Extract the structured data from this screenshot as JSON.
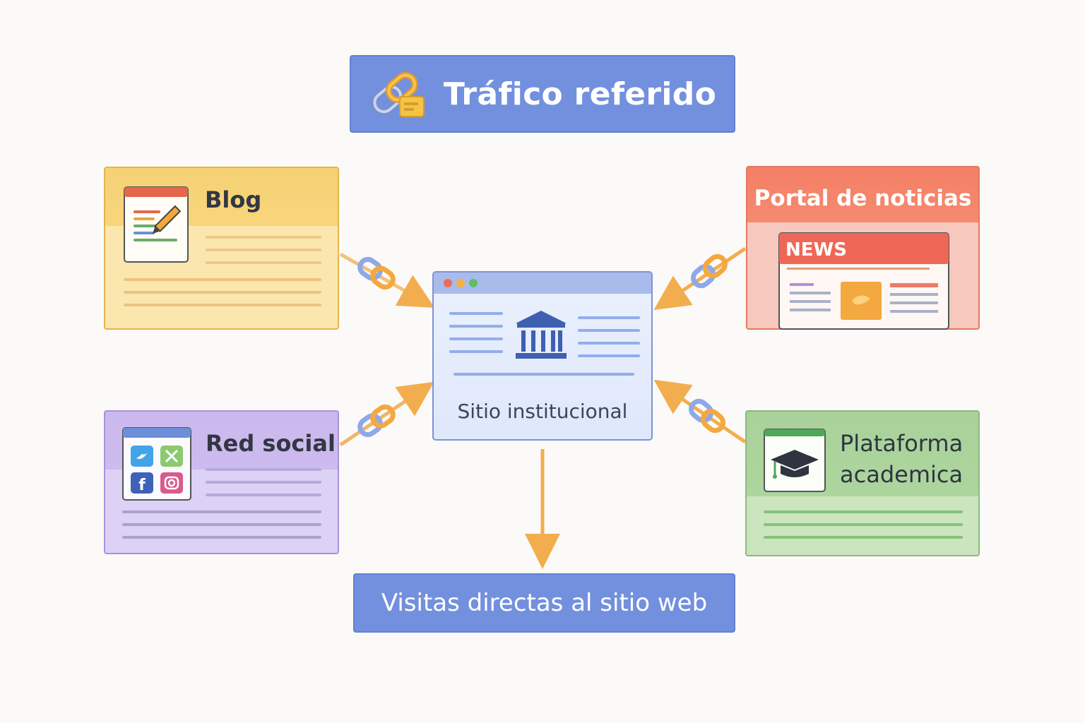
{
  "title": {
    "text": "Tráfico referido",
    "icon": "link-icon"
  },
  "center": {
    "label": "Sitio institucional",
    "icon": "institution-icon"
  },
  "bottom": {
    "label": "Visitas directas al sitio web"
  },
  "sources": {
    "blog": {
      "label": "Blog",
      "icon": "blog-edit-icon",
      "color": "#f6d275"
    },
    "social": {
      "label": "Red social",
      "icon": "social-apps-icon",
      "color": "#cbb8ee"
    },
    "news": {
      "label": "Portal de noticias",
      "badge": "NEWS",
      "icon": "news-page-icon",
      "color": "#f47f66"
    },
    "academic": {
      "label_line1": "Plataforma",
      "label_line2": "academica",
      "icon": "graduation-cap-icon",
      "color": "#a9d29a"
    }
  },
  "colors": {
    "arrow": "#f2ae4e",
    "title_bg": "#7390de",
    "link_blue": "#8fa8e8",
    "link_orange": "#f3a93f"
  }
}
